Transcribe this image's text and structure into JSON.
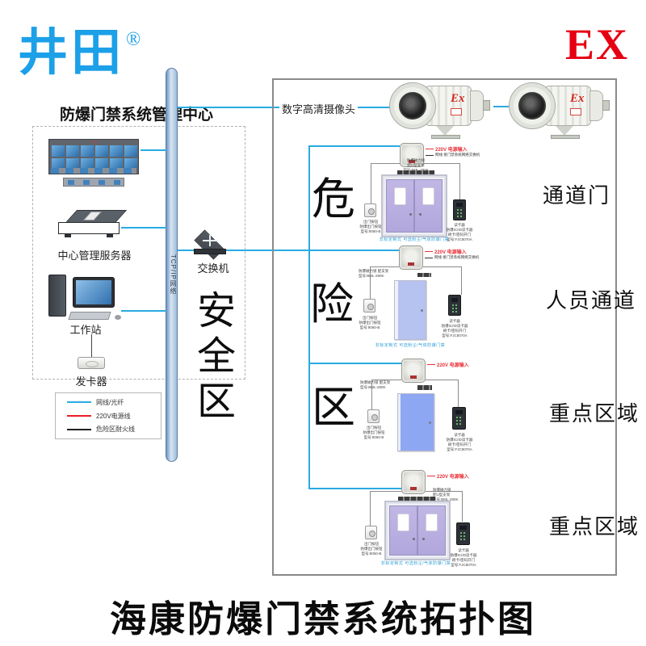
{
  "brand": {
    "logo": "井田",
    "reg": "®",
    "ex": "EX"
  },
  "page_title": "海康防爆门禁系统拓扑图",
  "colors": {
    "accent_blue": "#29abe2",
    "logo_blue": "#1ca0e8",
    "ex_red": "#e60012",
    "power_red": "#e8333a",
    "fire_line_black": "#222222"
  },
  "management_center": {
    "heading": "防爆门禁系统管理中心",
    "wall_led": "LED",
    "server_label": "中心管理服务器",
    "workstation_label": "工作站",
    "card_issuer_label": "发卡器"
  },
  "network": {
    "backbone": "TCP/IP网络",
    "switch": "交换机"
  },
  "zones": {
    "safe": [
      "安",
      "全",
      "区"
    ],
    "danger": [
      "危",
      "险",
      "区"
    ]
  },
  "cameras": {
    "label": "数字高清摄像头",
    "ex_badge": "Ex"
  },
  "legend": {
    "items": [
      {
        "label": "网线/光纤",
        "color": "#29abe2"
      },
      {
        "label": "220V电源线",
        "color": "#ed1c24"
      },
      {
        "label": "危险区耐火线",
        "color": "#222222"
      }
    ]
  },
  "sections": [
    {
      "label": "通道门",
      "power": "220V 电源输入",
      "net": "网线 接门禁系统网络交换机",
      "lock": "防爆磁力锁\n配U型支架\n型号:BML-280K",
      "button": "出门按钮\n防爆出门按钮\n型号:8060-B",
      "reader": "读卡器\n防爆IC/ID读卡器\n刷卡/密码开门\n型号:FJC8070A",
      "note": "非标定制式 可选粉尘/气体防爆门禁"
    },
    {
      "label": "人员通道",
      "power": "220V 电源输入",
      "net": "网线 接门禁系统网络交换机",
      "lock": "防爆磁力锁 配支架\n型号:BML-280K",
      "button": "出门按钮\n防爆出门按钮\n型号:8060-B",
      "reader": "读卡器\n防爆IC/ID读卡器\n刷卡/密码开门\n型号:FJC8070A",
      "note": "非标定制式 可选粉尘/气体防爆门禁"
    },
    {
      "label": "重点区域",
      "power": "220V 电源输入",
      "lock": "防爆磁力锁 配支架\n型号:BML-280K",
      "button": "出门按钮\n防爆出门按钮\n型号:8060-B",
      "reader": "读卡器\n防爆IC/ID读卡器\n刷卡/密码开门\n型号:FJC8070A"
    },
    {
      "label": "重点区域",
      "power": "220V 电源输入",
      "lock": "防爆磁力锁\n配U型支架\n型号:BML-280K",
      "button": "出门按钮\n防爆出门按钮\n型号:8060-B",
      "reader": "读卡器\n防爆IC/ID读卡器\n刷卡/密码开门\n型号:FJC8070A",
      "note": "非标定制式 可选粉尘/气体防爆门禁"
    }
  ]
}
